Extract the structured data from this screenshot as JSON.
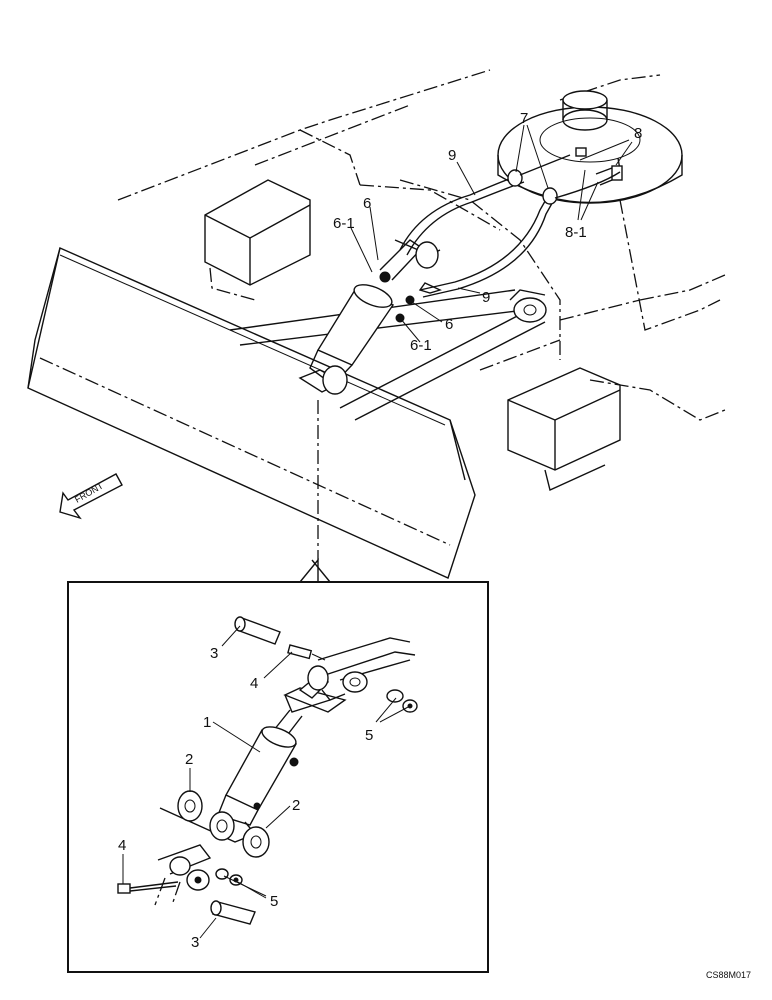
{
  "diagram": {
    "callouts_main": {
      "c7": "7",
      "c8": "8",
      "c9a": "9",
      "c9b": "9",
      "c6a": "6",
      "c61a": "6-1",
      "c6b": "6",
      "c61b": "6-1",
      "c81": "8-1"
    },
    "callouts_detail": {
      "d3a": "3",
      "d4a": "4",
      "d1": "1",
      "d5a": "5",
      "d2a": "2",
      "d2b": "2",
      "d4b": "4",
      "d5b": "5",
      "d3b": "3"
    },
    "front_label": "FRONT",
    "drawing_code": "CS88M017"
  }
}
